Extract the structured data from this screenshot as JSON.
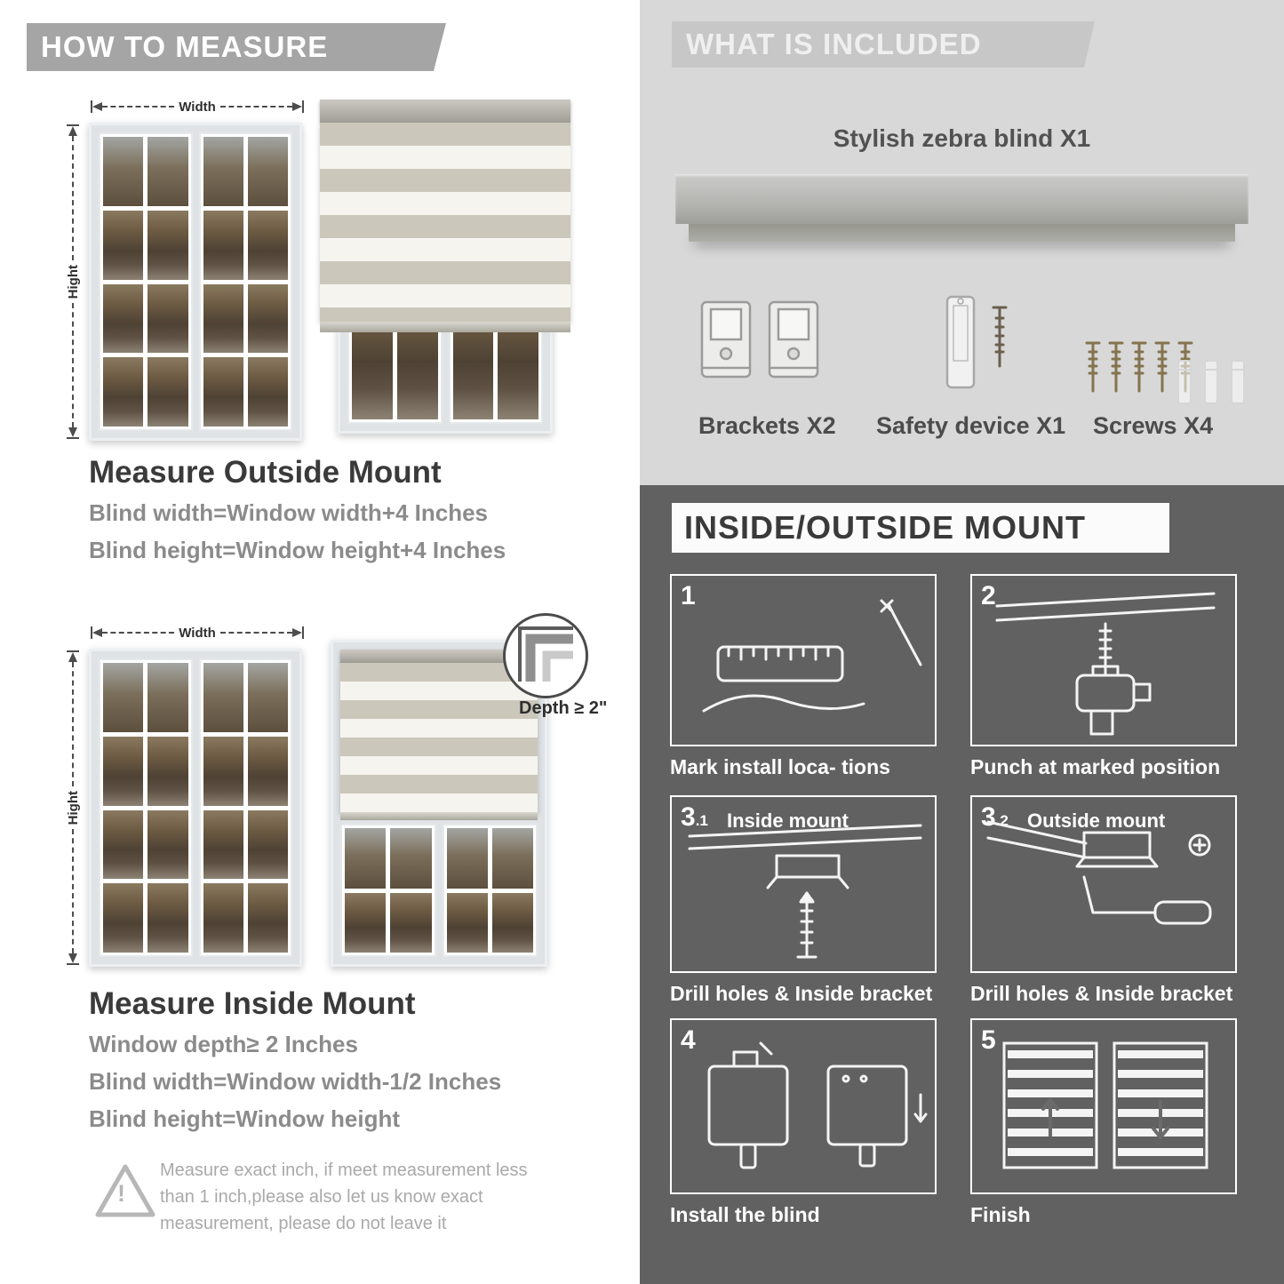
{
  "colors": {
    "header_gray": "#a5a5a5",
    "included_bg": "#d8d8d8",
    "mount_bg": "#616161",
    "heading_dark": "#3a3a3a",
    "body_gray": "#8b8b8b"
  },
  "left": {
    "header": "HOW TO MEASURE",
    "figures": {
      "width_label": "Width",
      "height_label": "Hight",
      "depth_label": "Depth ≥ 2\""
    },
    "outside": {
      "heading": "Measure Outside Mount",
      "line1": "Blind width=Window width+4 Inches",
      "line2": "Blind height=Window height+4 Inches"
    },
    "inside": {
      "heading": "Measure Inside Mount",
      "line1": "Window depth≥ 2 Inches",
      "line2": "Blind width=Window width-1/2 Inches",
      "line3": "Blind height=Window height"
    },
    "warning": {
      "mark": "!",
      "line1": "Measure exact inch, if meet measurement less",
      "line2": "than 1 inch,please also let us know exact",
      "line3": "measurement, please do not leave it"
    }
  },
  "included": {
    "header": "WHAT IS INCLUDED",
    "product_label": "Stylish zebra blind X1",
    "brackets_label": "Brackets X2",
    "safety_label": "Safety device X1",
    "screws_label": "Screws X4"
  },
  "mount": {
    "header": "INSIDE/OUTSIDE MOUNT",
    "steps": [
      {
        "num": "1",
        "caption": "Mark install loca- tions"
      },
      {
        "num": "2",
        "caption": "Punch at  marked position"
      },
      {
        "num": "3",
        "sub": ".1",
        "title": "Inside mount",
        "caption": "Drill holes &  Inside bracket"
      },
      {
        "num": "3",
        "sub": ".2",
        "title": "Outside mount",
        "caption": "Drill holes &  Inside bracket"
      },
      {
        "num": "4",
        "caption": "Install the blind"
      },
      {
        "num": "5",
        "caption": "Finish"
      }
    ]
  }
}
